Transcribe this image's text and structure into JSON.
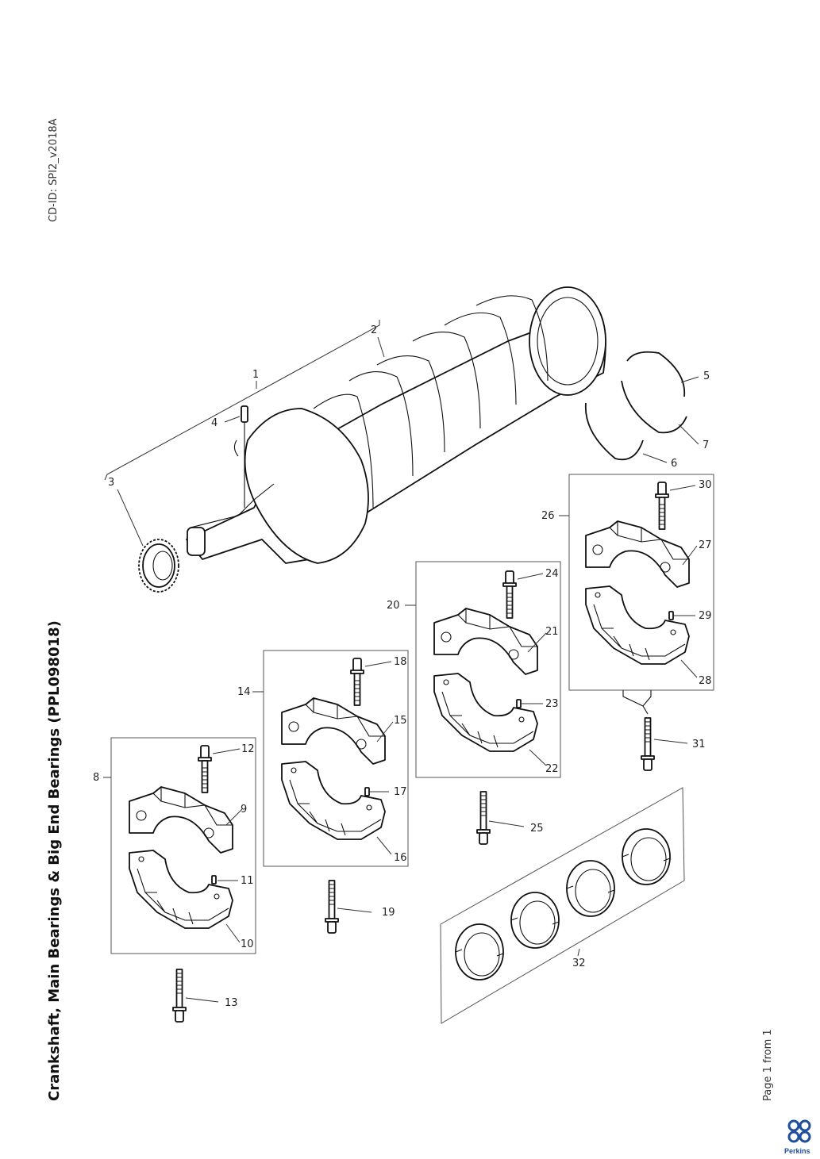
{
  "document": {
    "cd_id": "CD-ID: SPI2_v2018A",
    "title": "Crankshaft, Main Bearings & Big End Bearings (PPL098018)",
    "page_label": "Page 1 from 1",
    "brand": "Perkins"
  },
  "colors": {
    "line": "#111111",
    "brand": "#1f4e9c"
  },
  "callouts": [
    "1",
    "2",
    "3",
    "4",
    "5",
    "6",
    "7",
    "8",
    "9",
    "10",
    "11",
    "12",
    "13",
    "14",
    "15",
    "16",
    "17",
    "18",
    "19",
    "20",
    "21",
    "22",
    "23",
    "24",
    "25",
    "26",
    "27",
    "28",
    "29",
    "30",
    "31",
    "32"
  ]
}
